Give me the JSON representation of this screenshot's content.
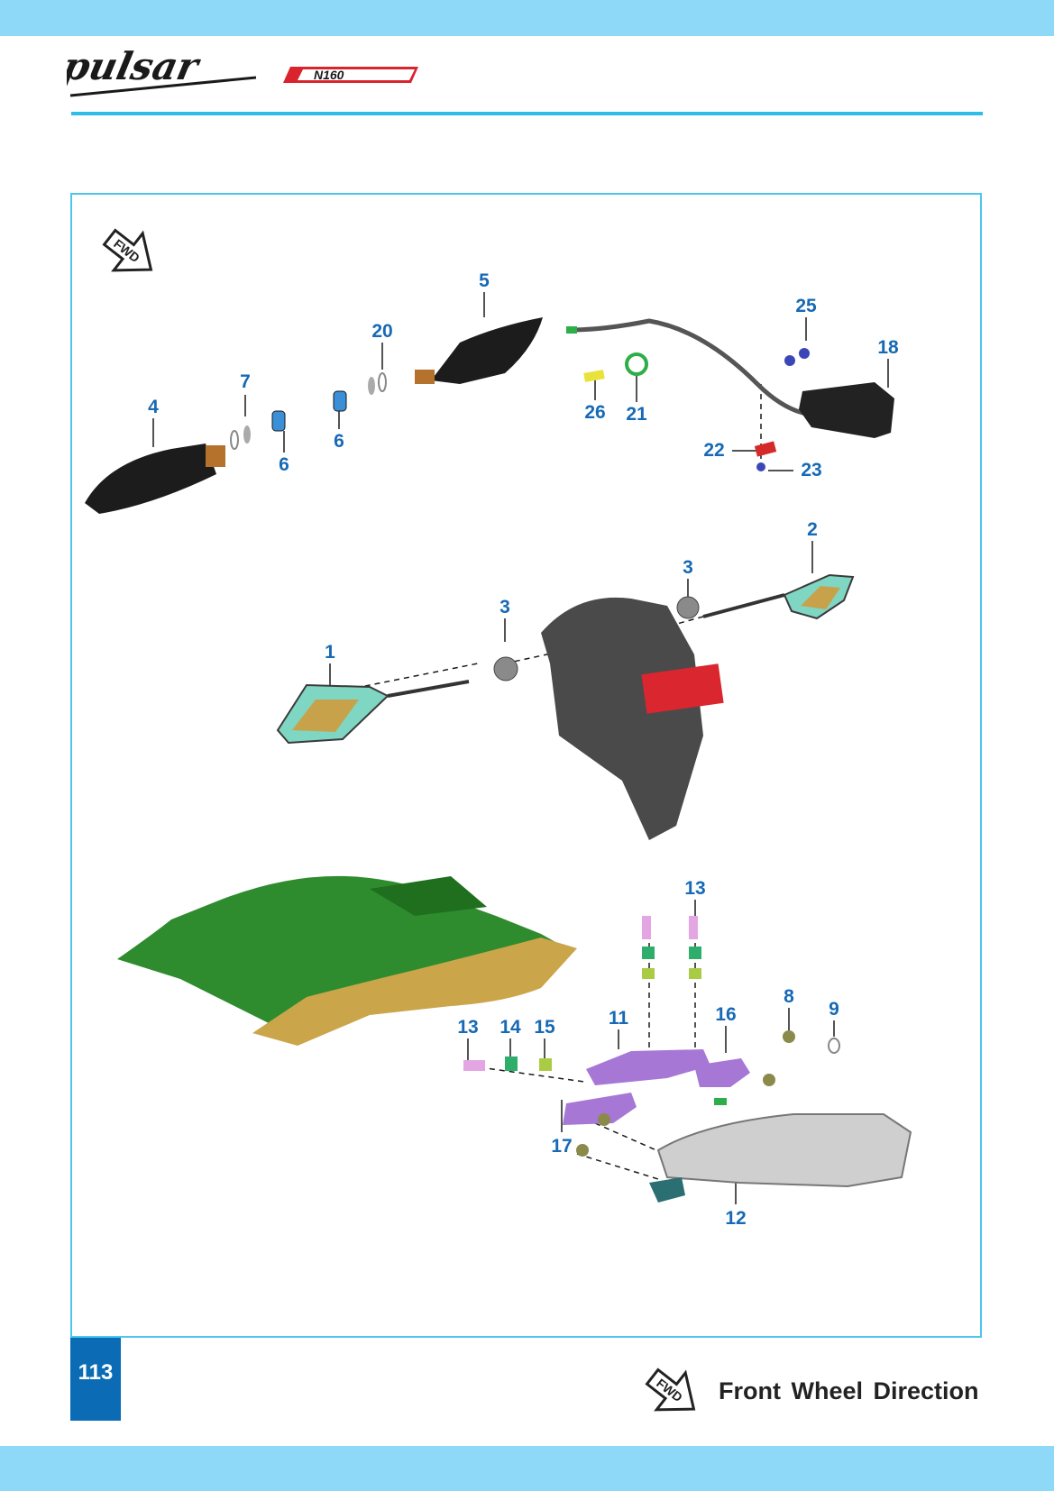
{
  "header": {
    "logo_script": "pulsar",
    "logo_badge": "N160"
  },
  "diagram": {
    "fwd_icon_label": "FWD",
    "callouts": [
      "5",
      "20",
      "7",
      "4",
      "6",
      "6",
      "26",
      "21",
      "25",
      "18",
      "22",
      "23",
      "2",
      "3",
      "3",
      "1",
      "13",
      "8",
      "9",
      "11",
      "13",
      "14",
      "15",
      "16",
      "17",
      "12"
    ]
  },
  "footer": {
    "page_number": "113",
    "legend_icon_label": "FWD",
    "legend_text": "Front Wheel Direction"
  },
  "colors": {
    "band": "#8ed8f8",
    "rule": "#2ebcea",
    "callout_blue": "#1769b5",
    "page_box": "#0b6cb5"
  }
}
